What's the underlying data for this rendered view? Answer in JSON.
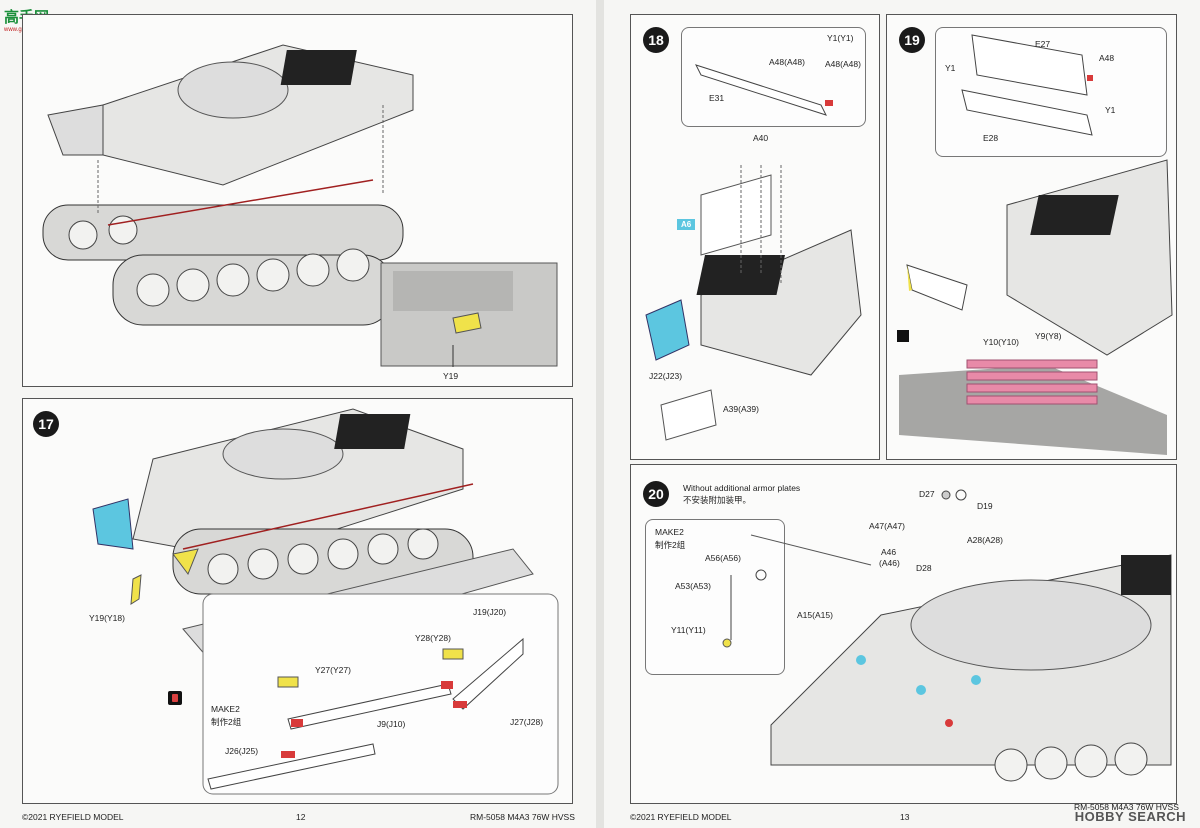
{
  "watermark": {
    "text": "高手网",
    "sub": "www.gaoshou.net"
  },
  "left_page": {
    "step16": {
      "callouts": [
        "Y19"
      ]
    },
    "step17": {
      "number": "17",
      "callouts": [
        "Y19(Y18)",
        "J19(J20)",
        "Y28(Y28)",
        "Y27(Y27)",
        "J9(J10)",
        "J27(J28)",
        "J26(J25)"
      ],
      "make_label": "MAKE2",
      "make_label_cn": "制作2组"
    },
    "footer": {
      "copyright": "©2021 RYEFIELD MODEL",
      "page": "12",
      "code": "RM-5058 M4A3 76W HVSS"
    }
  },
  "right_page": {
    "step18": {
      "number": "18",
      "callouts": [
        "Y1(Y1)",
        "A48(A48)",
        "A48(A48)",
        "E31",
        "A40",
        "A6",
        "J22(J23)",
        "A39(A39)"
      ]
    },
    "step19": {
      "number": "19",
      "callouts": [
        "E27",
        "A48",
        "Y1",
        "Y1",
        "E28",
        "Y10(Y10)",
        "Y9(Y8)"
      ]
    },
    "step20": {
      "number": "20",
      "note_en": "Without additional armor plates",
      "note_cn": "不安装附加装甲。",
      "make_label": "MAKE2",
      "make_label_cn": "制作2组",
      "callouts": [
        "D27",
        "D19",
        "A47(A47)",
        "A28(A28)",
        "A46",
        "(A46)",
        "D28",
        "A56(A56)",
        "A53(A53)",
        "A15(A15)",
        "Y11(Y11)"
      ]
    },
    "footer": {
      "copyright": "©2021 RYEFIELD MODEL",
      "page": "13",
      "code": "RM-5058 M4A3 76W HVSS"
    },
    "logo": "HOBBY SEARCH"
  },
  "colors": {
    "callout_blue": "#5cc6e0",
    "pe_yellow": "#f0e24a",
    "marker_red": "#d83a3a",
    "pink_part": "#e88aa8",
    "line_red": "#a02020"
  }
}
